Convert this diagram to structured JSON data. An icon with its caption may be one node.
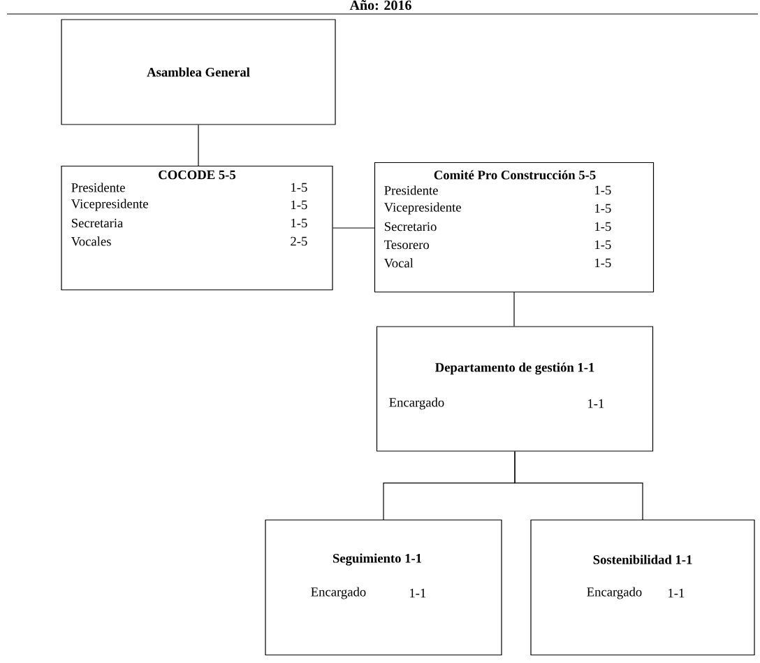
{
  "diagram": {
    "title": "Año: 2016",
    "nodes": [
      {
        "text": [
          "Asamblea General"
        ]
      },
      {
        "text": [
          "COCODE 5-5",
          "Presidente",
          "1-5",
          "Vicepresidente",
          "1-5",
          "Secretaria",
          "1-5",
          "Vocales",
          "2-5"
        ]
      },
      {
        "text": [
          "Comité Pro Construcción  5-5",
          "Presidente",
          "1-5",
          "Vicepresidente",
          "1-5",
          "Secretario",
          "1-5",
          "Tesorero",
          "1-5",
          "Vocal",
          "1-5"
        ]
      },
      {
        "text": [
          "Departamento de gestión 1-1",
          "Encargado",
          "1-1"
        ]
      },
      {
        "text": [
          "Seguimiento 1-1",
          "Encargado",
          "1-1"
        ]
      },
      {
        "text": [
          "Sostenibilidad 1-1",
          "Encargado",
          "1-1"
        ]
      }
    ],
    "edges": [
      {
        "from": 0,
        "to": 1,
        "arrow": "none"
      },
      {
        "from": 1,
        "to": 2,
        "arrow": "none"
      },
      {
        "from": 2,
        "to": 3,
        "arrow": "none"
      },
      {
        "from": 3,
        "to": 4,
        "arrow": "none"
      },
      {
        "from": 3,
        "to": 5,
        "arrow": "none"
      }
    ]
  }
}
